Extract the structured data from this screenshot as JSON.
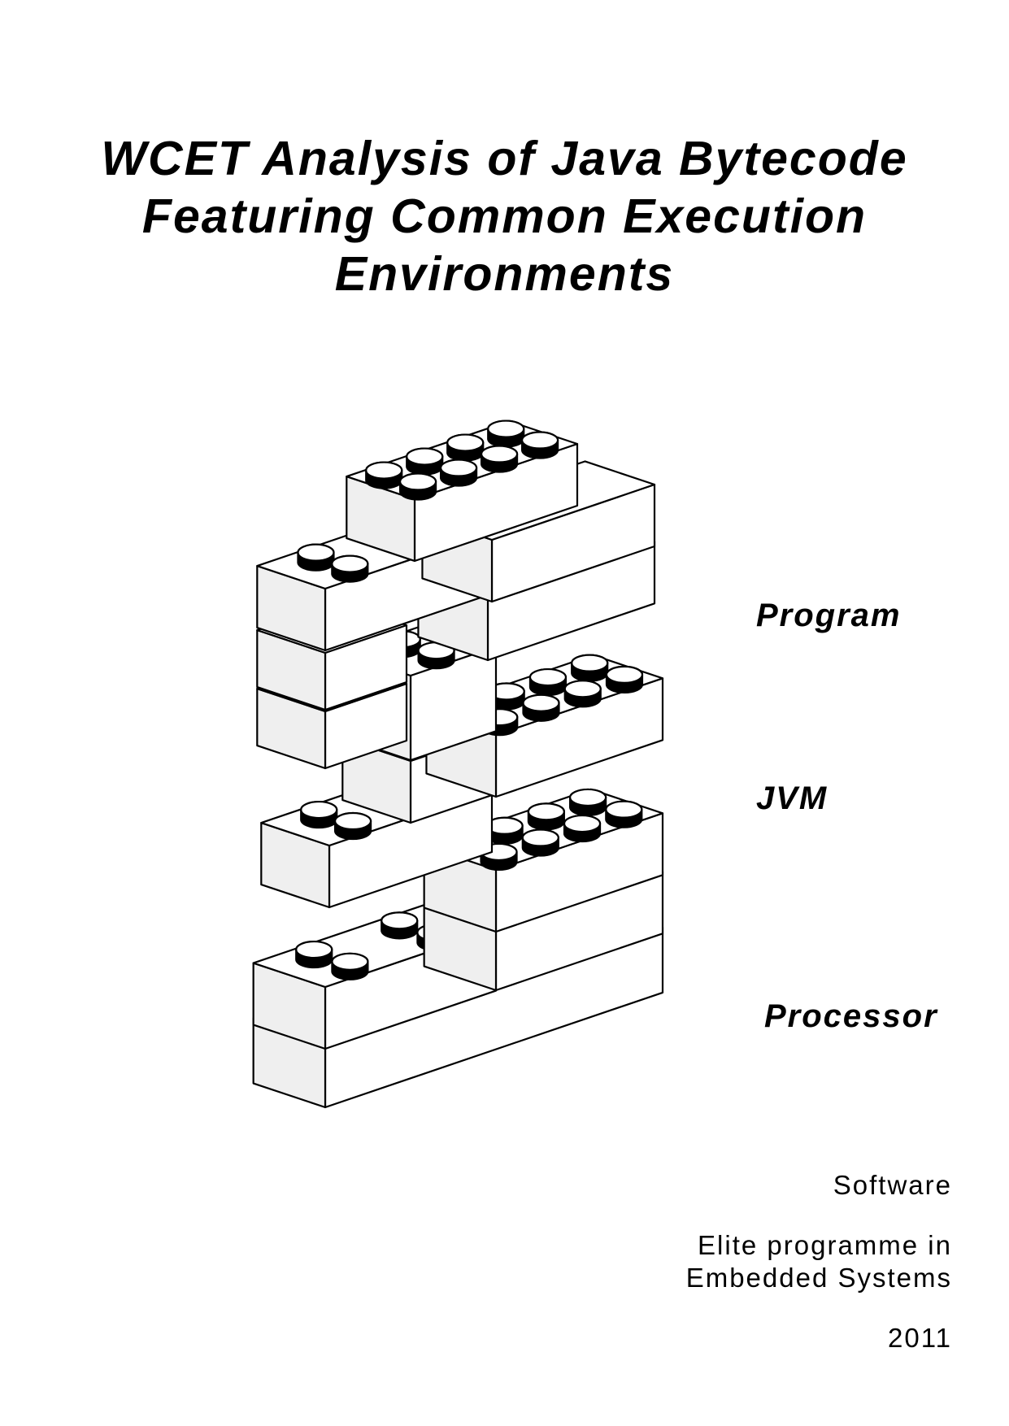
{
  "cover": {
    "title_lines": [
      "WCET Analysis of Java Bytecode",
      "Featuring Common Execution",
      "Environments"
    ]
  },
  "illustration": {
    "description_icon": "stacked-building-bricks",
    "layers": [
      {
        "label": "Program"
      },
      {
        "label": "JVM"
      },
      {
        "label": "Processor"
      }
    ]
  },
  "footer": {
    "category": "Software",
    "programme_line1": "Elite programme in",
    "programme_line2": "Embedded Systems",
    "year": "2011"
  }
}
